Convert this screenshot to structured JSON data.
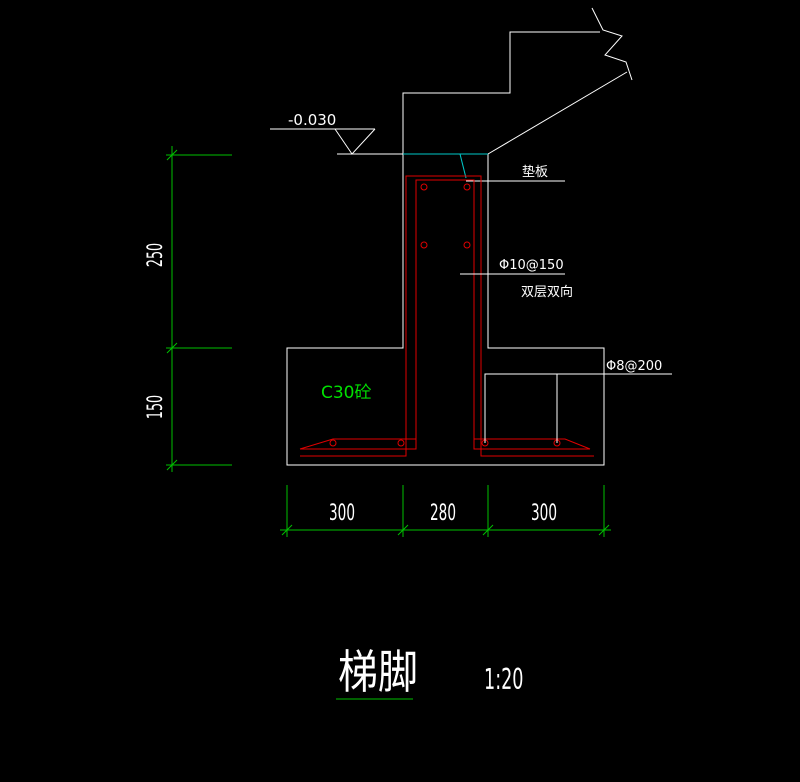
{
  "colors": {
    "background": "#000000",
    "outline": "#ffffff",
    "dimension": "#00c000",
    "rebar": "#e00000",
    "cyan": "#00c8c8",
    "concrete_label": "#00e000"
  },
  "labels": {
    "elevation": "-0.030",
    "cushion_plate": "垫板",
    "rebar_vertical_spec": "Φ10@150",
    "rebar_vertical_note": "双层双向",
    "rebar_bottom_spec": "Φ8@200",
    "concrete_grade": "C30砼",
    "title": "梯脚",
    "scale": "1:20"
  },
  "dimensions": {
    "height_upper": "250",
    "height_lower": "150",
    "width_left": "300",
    "width_middle": "280",
    "width_right": "300"
  }
}
